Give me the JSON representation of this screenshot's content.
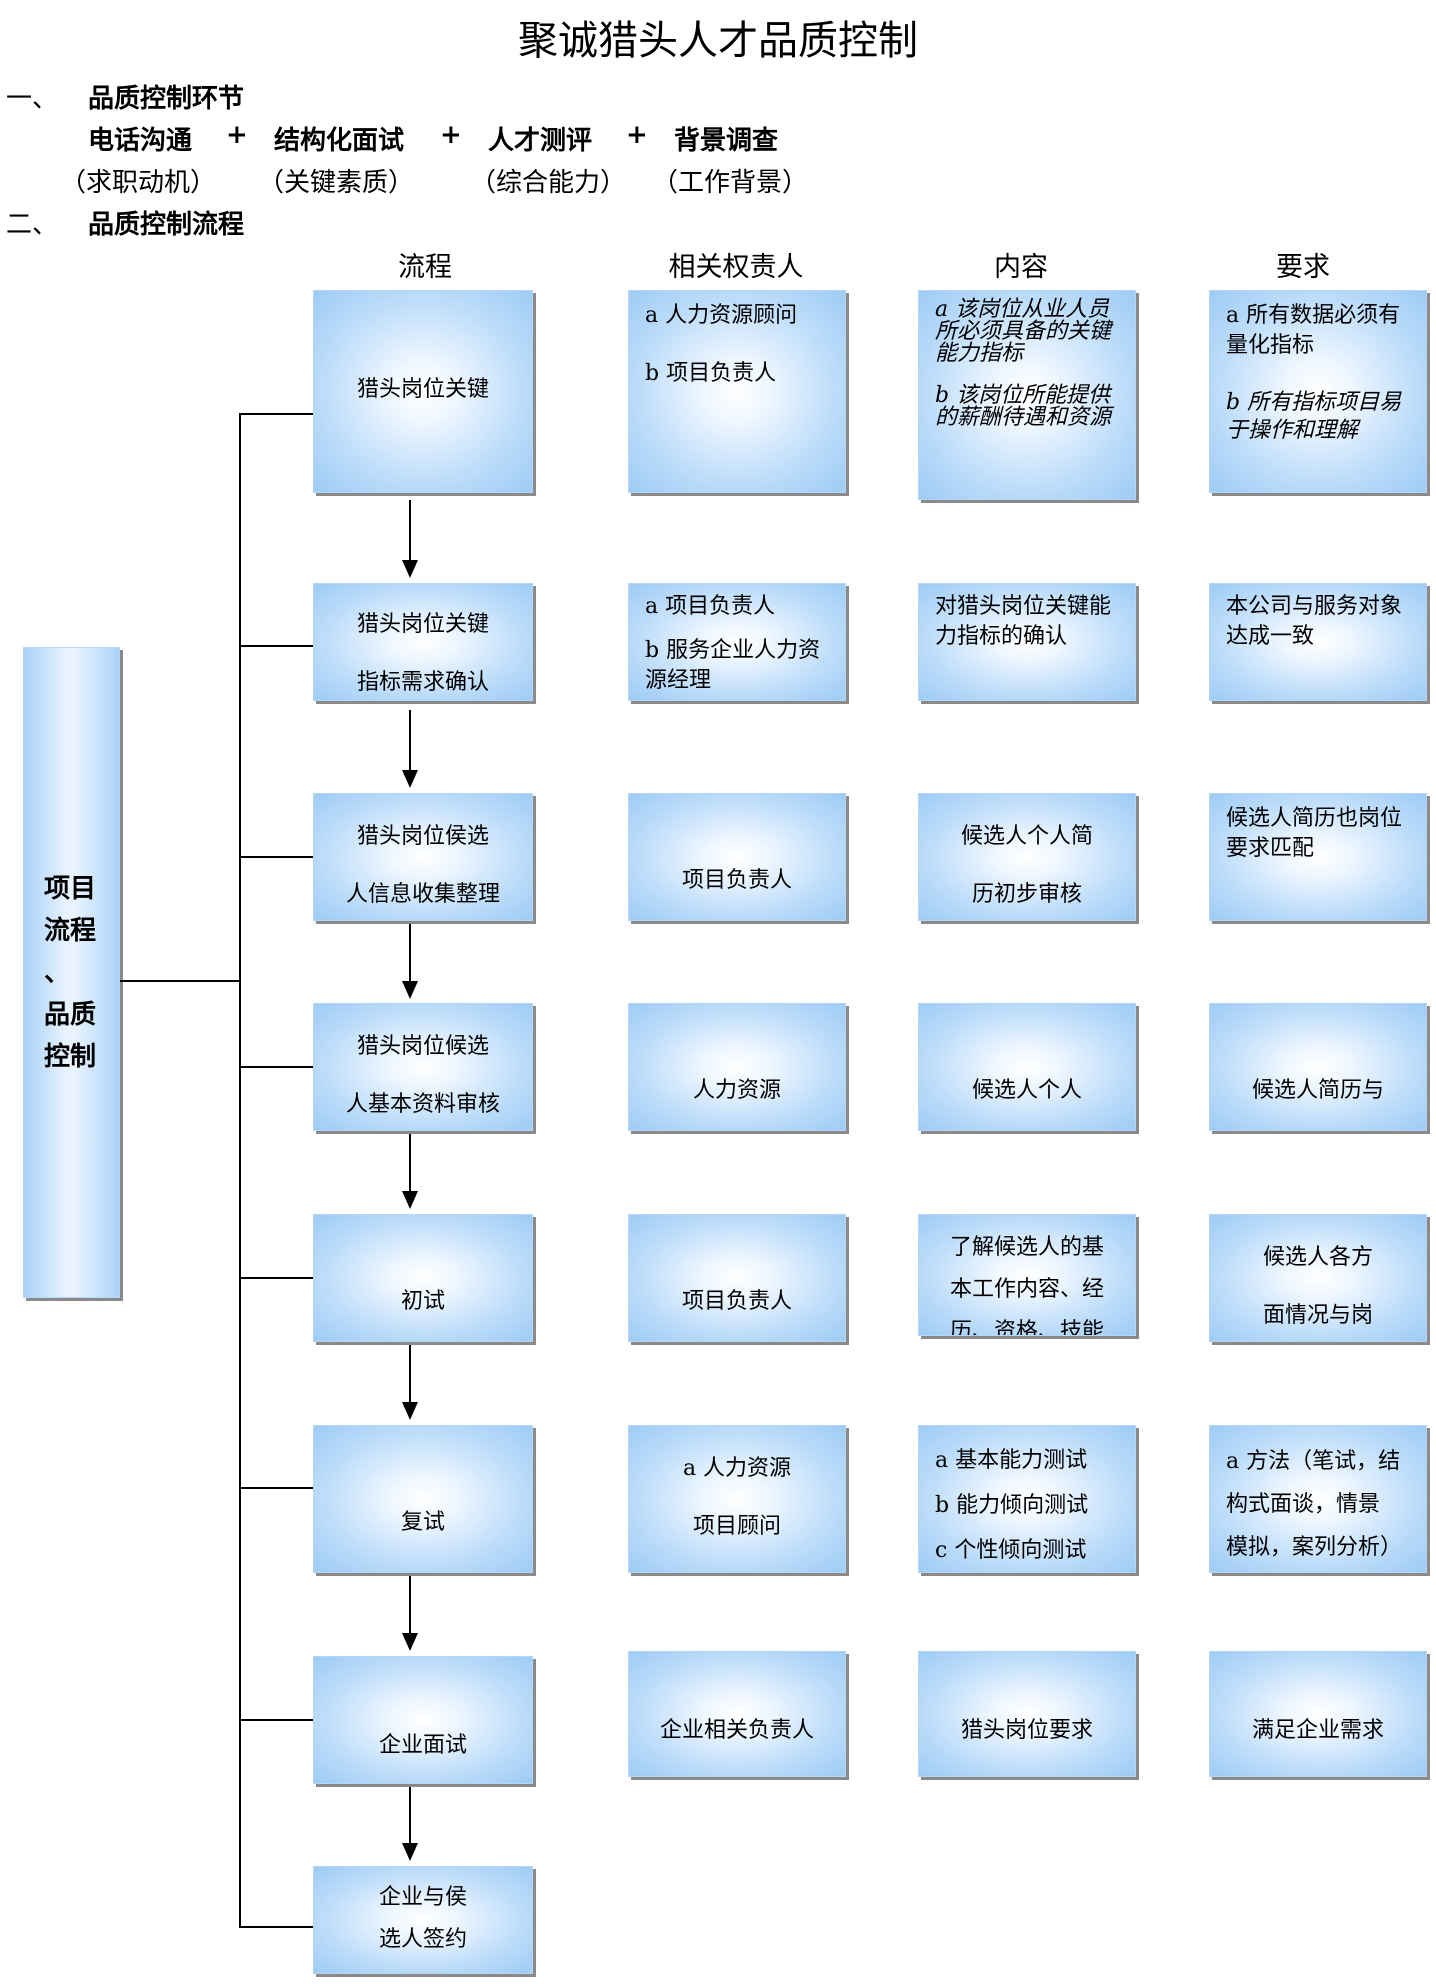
{
  "title": "聚诚猎头人才品质控制",
  "section1": {
    "num": "一、",
    "label": "品质控制环节"
  },
  "phases": [
    {
      "name": "电话沟通",
      "focus": "（求职动机）"
    },
    {
      "name": "结构化面试",
      "focus": "（关键素质）"
    },
    {
      "name": "人才测评",
      "focus": "（综合能力）"
    },
    {
      "name": "背景调查",
      "focus": "（工作背景）"
    }
  ],
  "plus": "+",
  "section2": {
    "num": "二、",
    "label": "品质控制流程"
  },
  "columns": [
    "流程",
    "相关权责人",
    "内容",
    "要求"
  ],
  "sidebar": [
    "项目",
    "流程",
    "、",
    "品质",
    "控制"
  ],
  "rows": [
    {
      "process": [
        "猎头岗位关键"
      ],
      "owner": [
        "a 人力资源顾问",
        "b 项目负责人"
      ],
      "content": [
        "a  该岗位从业人员所必须具备的关键能力指标",
        "b  该岗位所能提供的薪酬待遇和资源"
      ],
      "requirement": [
        "a  所有数据必须有量化指标",
        "b  所有指标项目易于操作和理解"
      ]
    },
    {
      "process": [
        "猎头岗位关键",
        "指标需求确认"
      ],
      "owner": [
        "a 项目负责人",
        "b  服务企业人力资源经理"
      ],
      "content": [
        "对猎头岗位关键能力指标的确认"
      ],
      "requirement": [
        "本公司与服务对象达成一致"
      ]
    },
    {
      "process": [
        "猎头岗位侯选",
        "人信息收集整理"
      ],
      "owner": [
        "项目负责人"
      ],
      "content": [
        "候选人个人简",
        "历初步审核"
      ],
      "requirement": [
        "候选人简历也岗位要求匹配"
      ]
    },
    {
      "process": [
        "猎头岗位候选",
        "人基本资料审核"
      ],
      "owner": [
        "人力资源"
      ],
      "content": [
        "候选人个人"
      ],
      "requirement": [
        "候选人简历与"
      ]
    },
    {
      "process": [
        "初试"
      ],
      "owner": [
        "项目负责人"
      ],
      "content": [
        "了解候选人的基",
        "本工作内容、经",
        "历、资格、技能"
      ],
      "requirement": [
        "候选人各方",
        "面情况与岗"
      ]
    },
    {
      "process": [
        "复试"
      ],
      "owner": [
        "a 人力资源",
        "项目顾问"
      ],
      "content": [
        "a 基本能力测试",
        "b 能力倾向测试",
        "c 个性倾向测试"
      ],
      "requirement": [
        "a 方法（笔试，结",
        "构式面谈，情景",
        "模拟，案列分析）"
      ]
    },
    {
      "process": [
        "企业面试"
      ],
      "owner": [
        "企业相关负责人"
      ],
      "content": [
        "猎头岗位要求"
      ],
      "requirement": [
        "满足企业需求"
      ]
    },
    {
      "process": [
        "企业与侯",
        "选人签约"
      ]
    }
  ]
}
